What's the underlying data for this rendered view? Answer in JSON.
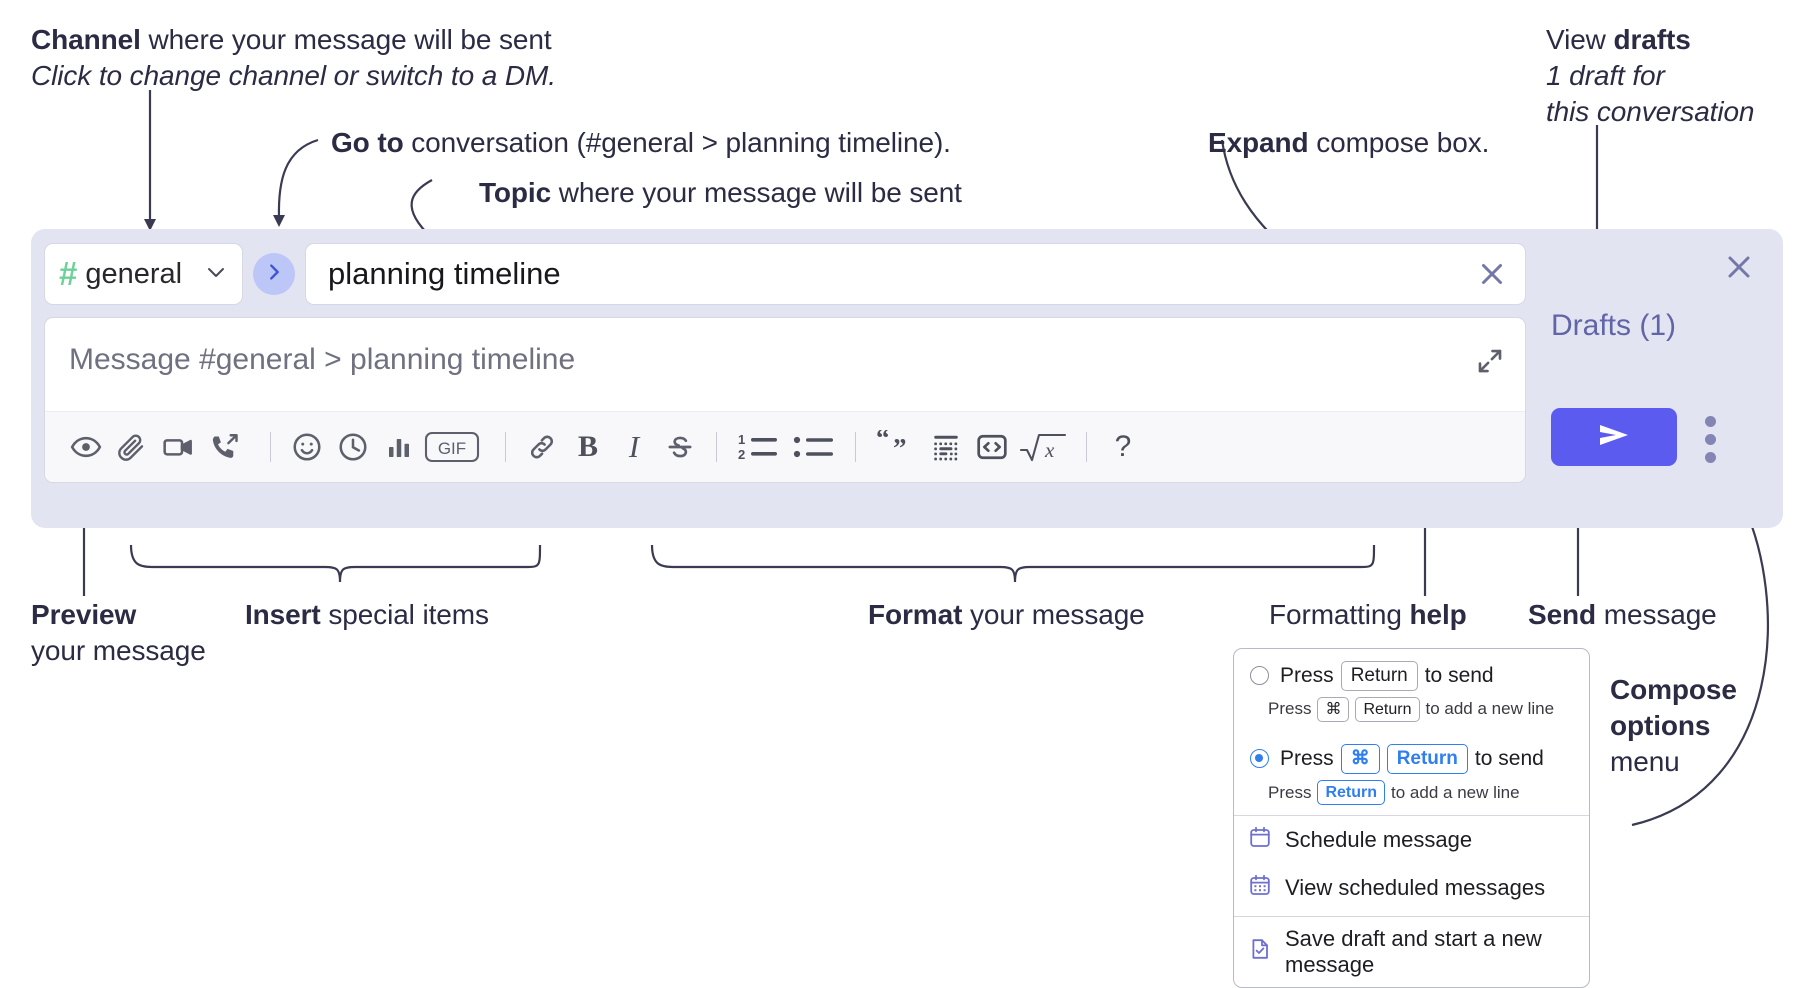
{
  "annotations": {
    "channel": {
      "bold": "Channel",
      "rest": " where your message will be sent",
      "italic": "Click to change channel or switch to a DM."
    },
    "goto": {
      "bold": "Go to",
      "rest": " conversation (#general > planning timeline)."
    },
    "topic": {
      "bold": "Topic",
      "rest": " where your message will be sent"
    },
    "expand": {
      "bold": "Expand",
      "rest": " compose box."
    },
    "drafts": {
      "line1_a": "View ",
      "line1_b": "drafts",
      "line2": "1 draft for",
      "line3": "this conversation"
    },
    "preview": {
      "bold": "Preview",
      "rest": "your message"
    },
    "insert": {
      "bold": "Insert",
      "rest": " special items"
    },
    "format": {
      "bold": "Format",
      "rest": " your message"
    },
    "help": {
      "plain": "Formatting ",
      "bold": "help"
    },
    "send": {
      "bold": "Send",
      "rest": " message"
    },
    "compose_options": {
      "bold1": "Compose",
      "bold2": "options",
      "rest": "menu"
    }
  },
  "compose": {
    "channel": {
      "hash": "#",
      "name": "general",
      "chevron_icon": "chevron-down-icon"
    },
    "goto_button": {
      "icon": "chevron-right-icon"
    },
    "topic": {
      "value": "planning timeline",
      "clear_icon": "close-icon"
    },
    "message": {
      "placeholder": "Message #general > planning timeline",
      "expand_icon": "expand-icon"
    },
    "toolbar": [
      {
        "name": "preview-icon",
        "label": "eye"
      },
      {
        "name": "attachment-icon",
        "label": "paperclip"
      },
      {
        "name": "video-icon",
        "label": "video camera"
      },
      {
        "name": "huddle-icon",
        "label": "phone"
      },
      {
        "name": "separator",
        "label": "|"
      },
      {
        "name": "emoji-icon",
        "label": "smiley"
      },
      {
        "name": "schedule-icon",
        "label": "clock"
      },
      {
        "name": "poll-icon",
        "label": "bar chart"
      },
      {
        "name": "gif-icon",
        "label": "GIF"
      },
      {
        "name": "separator",
        "label": "|"
      },
      {
        "name": "link-icon",
        "label": "link"
      },
      {
        "name": "bold-icon",
        "label": "B"
      },
      {
        "name": "italic-icon",
        "label": "I"
      },
      {
        "name": "strikethrough-icon",
        "label": "S"
      },
      {
        "name": "separator",
        "label": "|"
      },
      {
        "name": "ordered-list-icon",
        "label": "1 2"
      },
      {
        "name": "bulleted-list-icon",
        "label": "bullets"
      },
      {
        "name": "separator",
        "label": "|"
      },
      {
        "name": "blockquote-icon",
        "label": "quote"
      },
      {
        "name": "code-block-icon",
        "label": "code block"
      },
      {
        "name": "inline-code-icon",
        "label": "<>"
      },
      {
        "name": "math-icon",
        "label": "sqrt x"
      },
      {
        "name": "separator",
        "label": "|"
      },
      {
        "name": "formatting-help-icon",
        "label": "?"
      }
    ],
    "gif_label": "GIF",
    "bold_label": "B",
    "italic_label": "I",
    "help_label": "?",
    "drafts_label": "Drafts (1)",
    "close_icon": "close-icon",
    "send_icon": "send-icon",
    "kebab_icon": "more-options-icon",
    "accent": "#5b5bf0",
    "panel_bg": "#e3e4f1",
    "drafts_color": "#6165a8",
    "hash_color": "#6fd19a"
  },
  "menu": {
    "option1": {
      "selected": false,
      "main_pre": "Press",
      "main_key": "Return",
      "main_post": "to send",
      "sub_pre": "Press",
      "sub_key1": "⌘",
      "sub_key2": "Return",
      "sub_post": "to add a new line"
    },
    "option2": {
      "selected": true,
      "main_pre": "Press",
      "main_key1": "⌘",
      "main_key2": "Return",
      "main_post": "to send",
      "sub_pre": "Press",
      "sub_key": "Return",
      "sub_post": "to add a new line"
    },
    "items": [
      {
        "icon": "calendar-icon",
        "label": "Schedule message"
      },
      {
        "icon": "calendar-grid-icon",
        "label": "View scheduled messages"
      },
      {
        "icon": "save-draft-icon",
        "label": "Save draft and start a new message"
      }
    ]
  }
}
